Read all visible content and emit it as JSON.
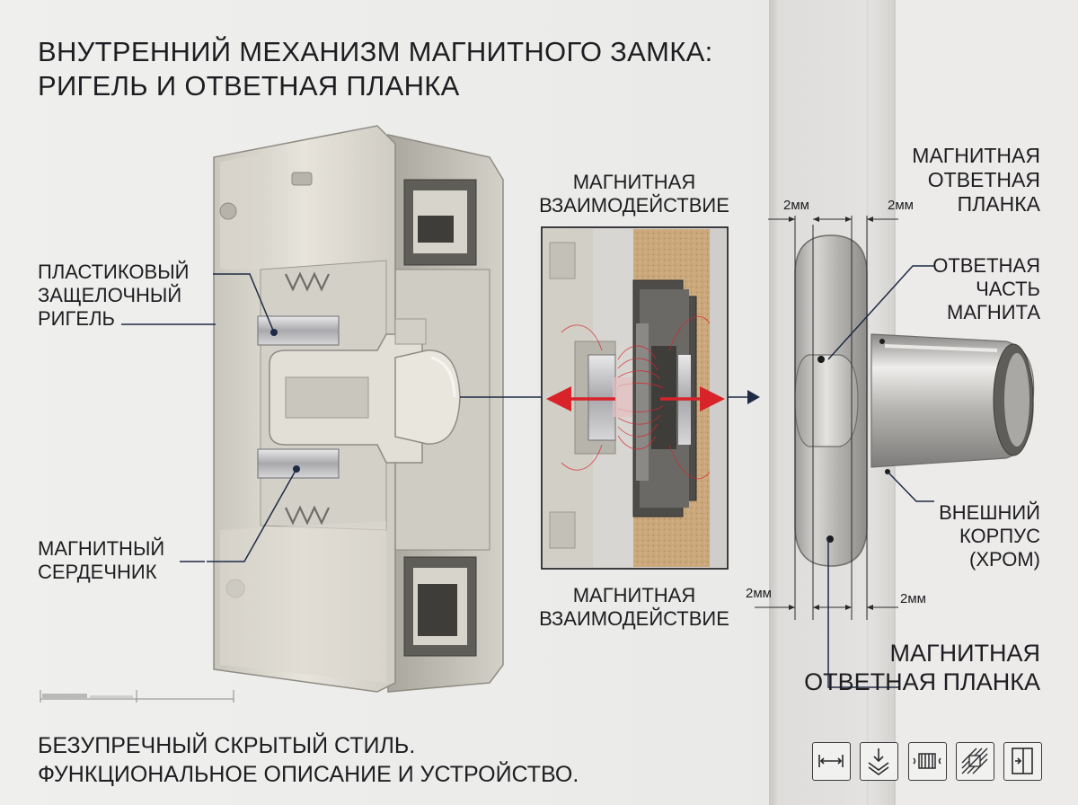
{
  "title": {
    "line1": "ВНУТРЕННИЙ МЕХАНИЗМ МАГНИТНОГО ЗАМКА:",
    "line2": "РИГЕЛЬ И ОТВЕТНАЯ ПЛАНКА"
  },
  "labels": {
    "latch": [
      "ПЛАСТИКОВЫЙ",
      "ЗАЩЕЛОЧНЫЙ",
      "РИГЕЛЬ"
    ],
    "core": [
      "МАГНИТНЫЙ",
      "СЕРДЕЧНИК"
    ],
    "interaction_top": [
      "МАГНИТНАЯ",
      "ВЗАИМОДЕЙСТВИЕ"
    ],
    "interaction_bottom": [
      "МАГНИТНАЯ",
      "ВЗАИМОДЕЙСТВИЕ"
    ],
    "strike_top": [
      "МАГНИТНАЯ",
      "ОТВЕТНАЯ",
      "ПЛАНКА"
    ],
    "magnet_part": [
      "ОТВЕТНАЯ",
      "ЧАСТЬ",
      "МАГНИТА"
    ],
    "housing": [
      "ВНЕШНИЙ",
      "КОРПУС",
      "(ХРОМ)"
    ],
    "strike_bottom": [
      "МАГНИТНАЯ",
      "ОТВЕТНАЯ ПЛАНКА"
    ]
  },
  "dimensions": {
    "top_left": "2мм",
    "top_right": "2мм",
    "bottom_left": "2мм",
    "bottom_right": "2мм"
  },
  "footer": {
    "line1": "БЕЗУПРЕЧНЫЙ СКРЫТЫЙ СТИЛЬ.",
    "line2": "ФУНКЦИОНАЛЬНОЕ ОПИСАНИЕ И УСТРОЙСТВО."
  },
  "icons": [
    "width-measure-icon",
    "mount-down-icon",
    "magnet-coil-icon",
    "hatched-install-icon",
    "door-frame-icon"
  ],
  "colors": {
    "arrow_red": "#d8232a",
    "navy": "#1f2a44",
    "chrome": "#b9b8b6",
    "plastic": "#dedbd2",
    "wood": "#c9a77a",
    "door_panel": "#d9d8d5"
  }
}
